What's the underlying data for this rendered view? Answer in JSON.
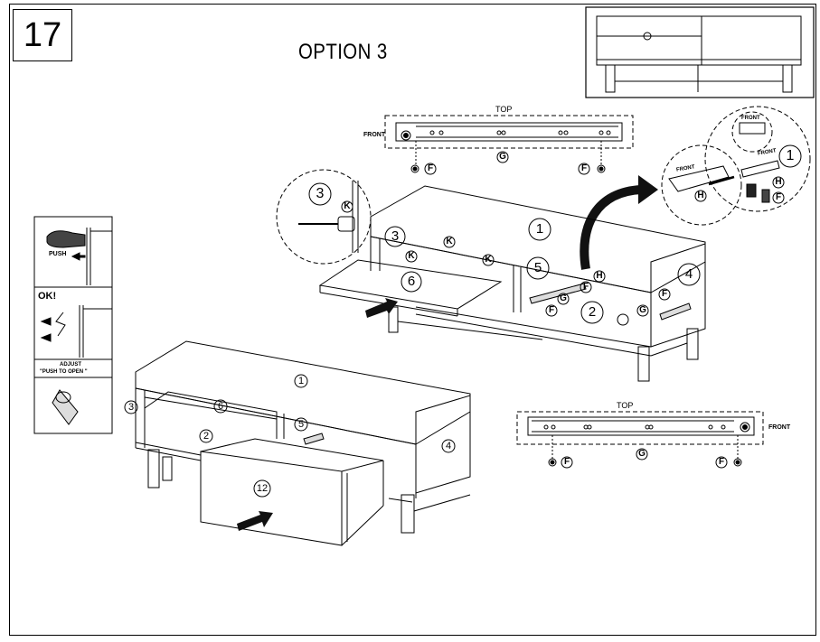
{
  "page": {
    "step_number": "17",
    "title": "OPTION 3"
  },
  "rail_top": {
    "label_top": "TOP",
    "label_front": "FRONT",
    "left_hw": "F",
    "center_hw": "G",
    "right_hw": "F"
  },
  "rail_bottom": {
    "label_top": "TOP",
    "label_front": "FRONT",
    "left_hw": "F",
    "center_hw": "G",
    "right_hw": "F"
  },
  "detail_right": {
    "front_a": "FRONT",
    "front_b": "FRONT",
    "front_c": "FRONT",
    "part": "1",
    "hw_h1": "H",
    "hw_h2": "H",
    "hw_f": "F"
  },
  "detail_left": {
    "part": "3",
    "hw": "K"
  },
  "push_panel": {
    "push": "PUSH",
    "ok": "OK!",
    "adjust_line1": "ADJUST",
    "adjust_line2": "\"PUSH TO OPEN \""
  },
  "upper_cabinet": {
    "p1": "1",
    "p3": "3",
    "p4": "4",
    "p5": "5",
    "p2": "2",
    "p6": "6",
    "k1": "K",
    "k2": "K",
    "k3": "K",
    "h": "H",
    "f1": "F",
    "f2": "F",
    "f3": "F",
    "g1": "G",
    "g2": "G"
  },
  "lower_cabinet": {
    "p1": "1",
    "p3": "3",
    "p6": "6",
    "p5": "5",
    "p2": "2",
    "p4": "4",
    "p12": "12"
  }
}
